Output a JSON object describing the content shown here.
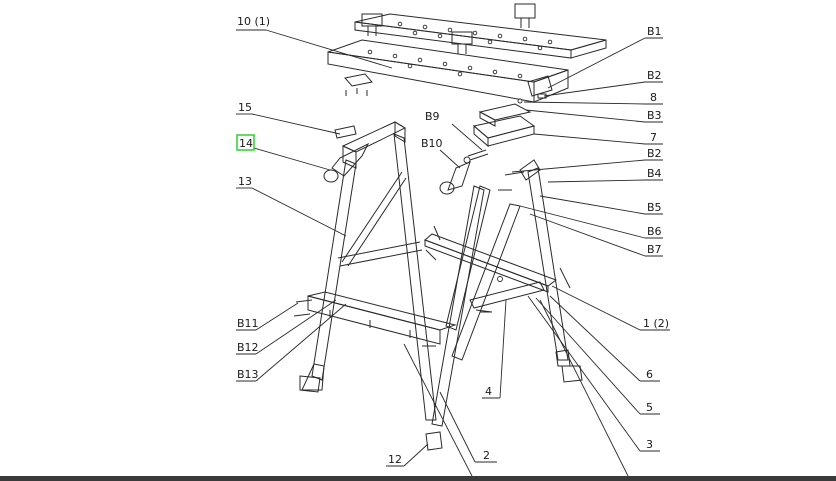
{
  "diagram": {
    "highlight_color": "#2fd12f",
    "line_color": "#2a2a2a",
    "callouts": [
      {
        "id": "c-10-1",
        "text": "10 (1)"
      },
      {
        "id": "c-15",
        "text": "15"
      },
      {
        "id": "c-14",
        "text": "14",
        "highlighted": true
      },
      {
        "id": "c-13",
        "text": "13"
      },
      {
        "id": "c-b11",
        "text": "B11"
      },
      {
        "id": "c-b12",
        "text": "B12"
      },
      {
        "id": "c-b13",
        "text": "B13"
      },
      {
        "id": "c-12",
        "text": "12"
      },
      {
        "id": "c-2",
        "text": "2"
      },
      {
        "id": "c-4",
        "text": "4"
      },
      {
        "id": "c-b1",
        "text": "B1"
      },
      {
        "id": "c-b2a",
        "text": "B2"
      },
      {
        "id": "c-8",
        "text": "8"
      },
      {
        "id": "c-b3",
        "text": "B3"
      },
      {
        "id": "c-7",
        "text": "7"
      },
      {
        "id": "c-b9",
        "text": "B9"
      },
      {
        "id": "c-b10",
        "text": "B10"
      },
      {
        "id": "c-b2b",
        "text": "B2"
      },
      {
        "id": "c-b4",
        "text": "B4"
      },
      {
        "id": "c-b5",
        "text": "B5"
      },
      {
        "id": "c-b6",
        "text": "B6"
      },
      {
        "id": "c-b7",
        "text": "B7"
      },
      {
        "id": "c-1-2",
        "text": "1 (2)"
      },
      {
        "id": "c-6",
        "text": "6"
      },
      {
        "id": "c-5",
        "text": "5"
      },
      {
        "id": "c-3",
        "text": "3"
      }
    ]
  }
}
